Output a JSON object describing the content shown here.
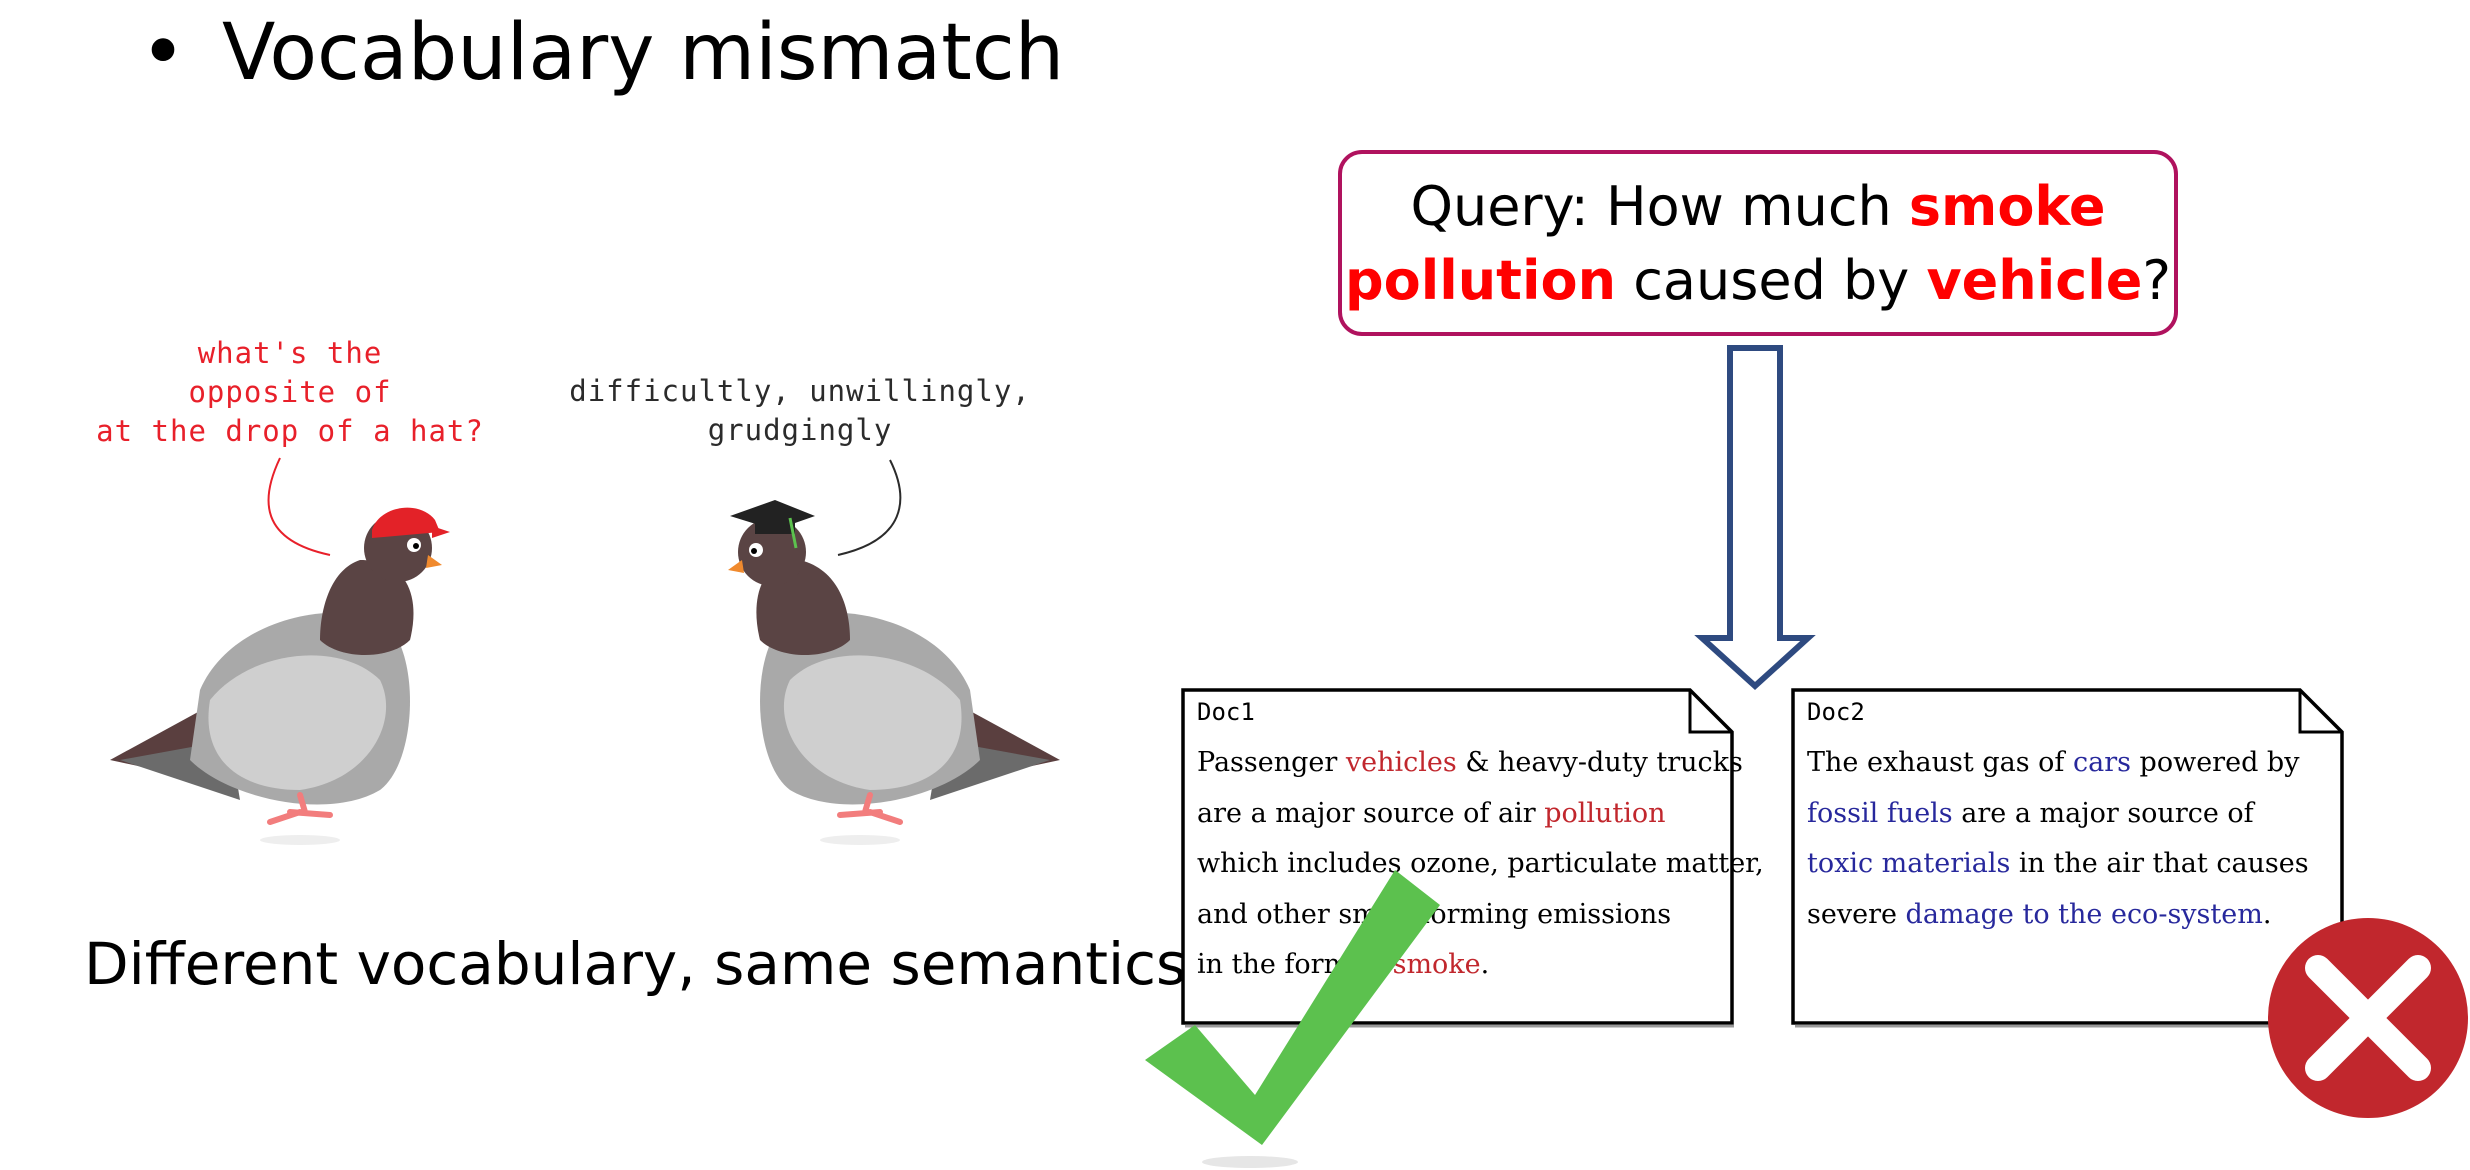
{
  "title": {
    "bullet": "•",
    "text": "Vocabulary mismatch"
  },
  "speech": {
    "left": "what's the\nopposite of\nat the drop of a hat?",
    "right": "difficultly, unwillingly,\ngrudgingly"
  },
  "caption": "Different vocabulary, same semantics",
  "query": {
    "prefix": "Query: How much ",
    "term1": "smoke",
    "term2": "pollution",
    "middle": " caused by ",
    "term3": "vehicle",
    "suffix": "?"
  },
  "doc1": {
    "label": "Doc1",
    "lines": [
      [
        {
          "t": "Passenger "
        },
        {
          "t": "vehicles",
          "hl": true
        },
        {
          "t": " & heavy-duty trucks"
        }
      ],
      [
        {
          "t": "are a major source of air "
        },
        {
          "t": "pollution",
          "hl": true
        }
      ],
      [
        {
          "t": "which includes ozone, particulate matter,"
        }
      ],
      [
        {
          "t": "and other smog-forming emissions"
        }
      ],
      [
        {
          "t": "in the form of "
        },
        {
          "t": "smoke",
          "hl": true
        },
        {
          "t": "."
        }
      ]
    ]
  },
  "doc2": {
    "label": "Doc2",
    "lines": [
      [
        {
          "t": "The exhaust gas of "
        },
        {
          "t": "cars",
          "hl": true
        },
        {
          "t": " powered by"
        }
      ],
      [
        {
          "t": "fossil fuels",
          "hl": true
        },
        {
          "t": " are a major source of"
        }
      ],
      [
        {
          "t": "toxic materials",
          "hl": true
        },
        {
          "t": " in the air that causes"
        }
      ],
      [
        {
          "t": "severe "
        },
        {
          "t": "damage to the eco-system",
          "hl": true
        },
        {
          "t": "."
        }
      ]
    ]
  },
  "colors": {
    "query_border": "#b0125e",
    "query_highlight": "#ff0000",
    "doc1_highlight": "#c1272d",
    "doc2_highlight": "#27289c",
    "arrow": "#2e4a80",
    "check": "#5cc14e",
    "cross": "#c1272d"
  },
  "icons": [
    "pigeon-with-red-cap",
    "pigeon-with-graduation-cap",
    "down-arrow-icon",
    "green-check-icon",
    "red-cross-icon"
  ]
}
